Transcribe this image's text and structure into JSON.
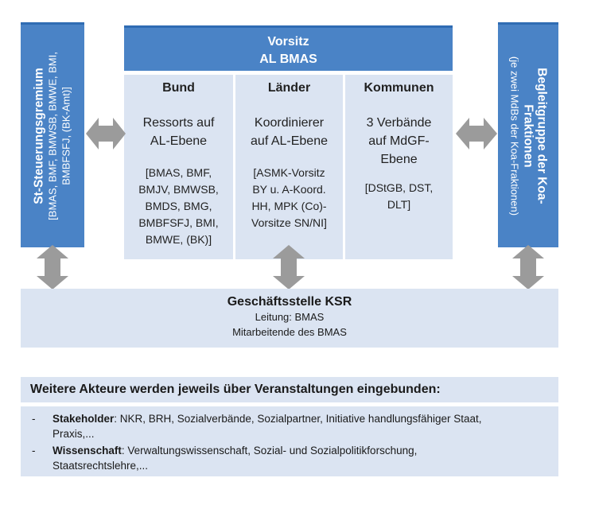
{
  "left_box": {
    "title": "St-Steuerungsgremium",
    "subtitle_1": "[BMAS, BMF, BMWSB, BMWE, BMI,",
    "subtitle_2": "BMBFSFJ, (BK-Amt)]"
  },
  "right_box": {
    "title_1": "Begleitgruppe der Koa-",
    "title_2": "Fraktionen",
    "subtitle": "(je zwei MdBs der Koa-Fraktionen)"
  },
  "vorsitz": {
    "line1": "Vorsitz",
    "line2": "AL BMAS"
  },
  "columns": [
    {
      "title": "Bund",
      "main": "Ressorts auf\nAL-Ebene",
      "list": "[BMAS, BMF,\nBMJV, BMWSB,\nBMDS, BMG,\nBMBFSFJ, BMI,\nBMWE, (BK)]"
    },
    {
      "title": "Länder",
      "main": "Koordinierer\nauf AL-Ebene",
      "list": "[ASMK-Vorsitz\nBY u. A-Koord.\nHH, MPK (Co)-\nVorsitze SN/NI]"
    },
    {
      "title": "Kommunen",
      "main": "3 Verbände\nauf MdGF-\nEbene",
      "list": "[DStGB, DST,\nDLT]"
    }
  ],
  "geschaeftsstelle": {
    "title": "Geschäftsstelle KSR",
    "line1": "Leitung: BMAS",
    "line2": "Mitarbeitende des BMAS"
  },
  "weitere": {
    "heading": "Weitere Akteure werden jeweils über Veranstaltungen eingebunden:",
    "items": [
      {
        "dash": "-",
        "label": "Stakeholder",
        "text": ": NKR, BRH, Sozialverbände, Sozialpartner, Initiative handlungsfähiger Staat,",
        "text2": "Praxis,..."
      },
      {
        "dash": "-",
        "label": "Wissenschaft",
        "text": ": Verwaltungswissenschaft, Sozial- und Sozialpolitikforschung,",
        "text2": "Staatsrechtslehre,..."
      }
    ]
  },
  "colors": {
    "blue": "#4a83c6",
    "light_blue": "#dbe4f2",
    "arrow_gray": "#9b9b9b"
  }
}
